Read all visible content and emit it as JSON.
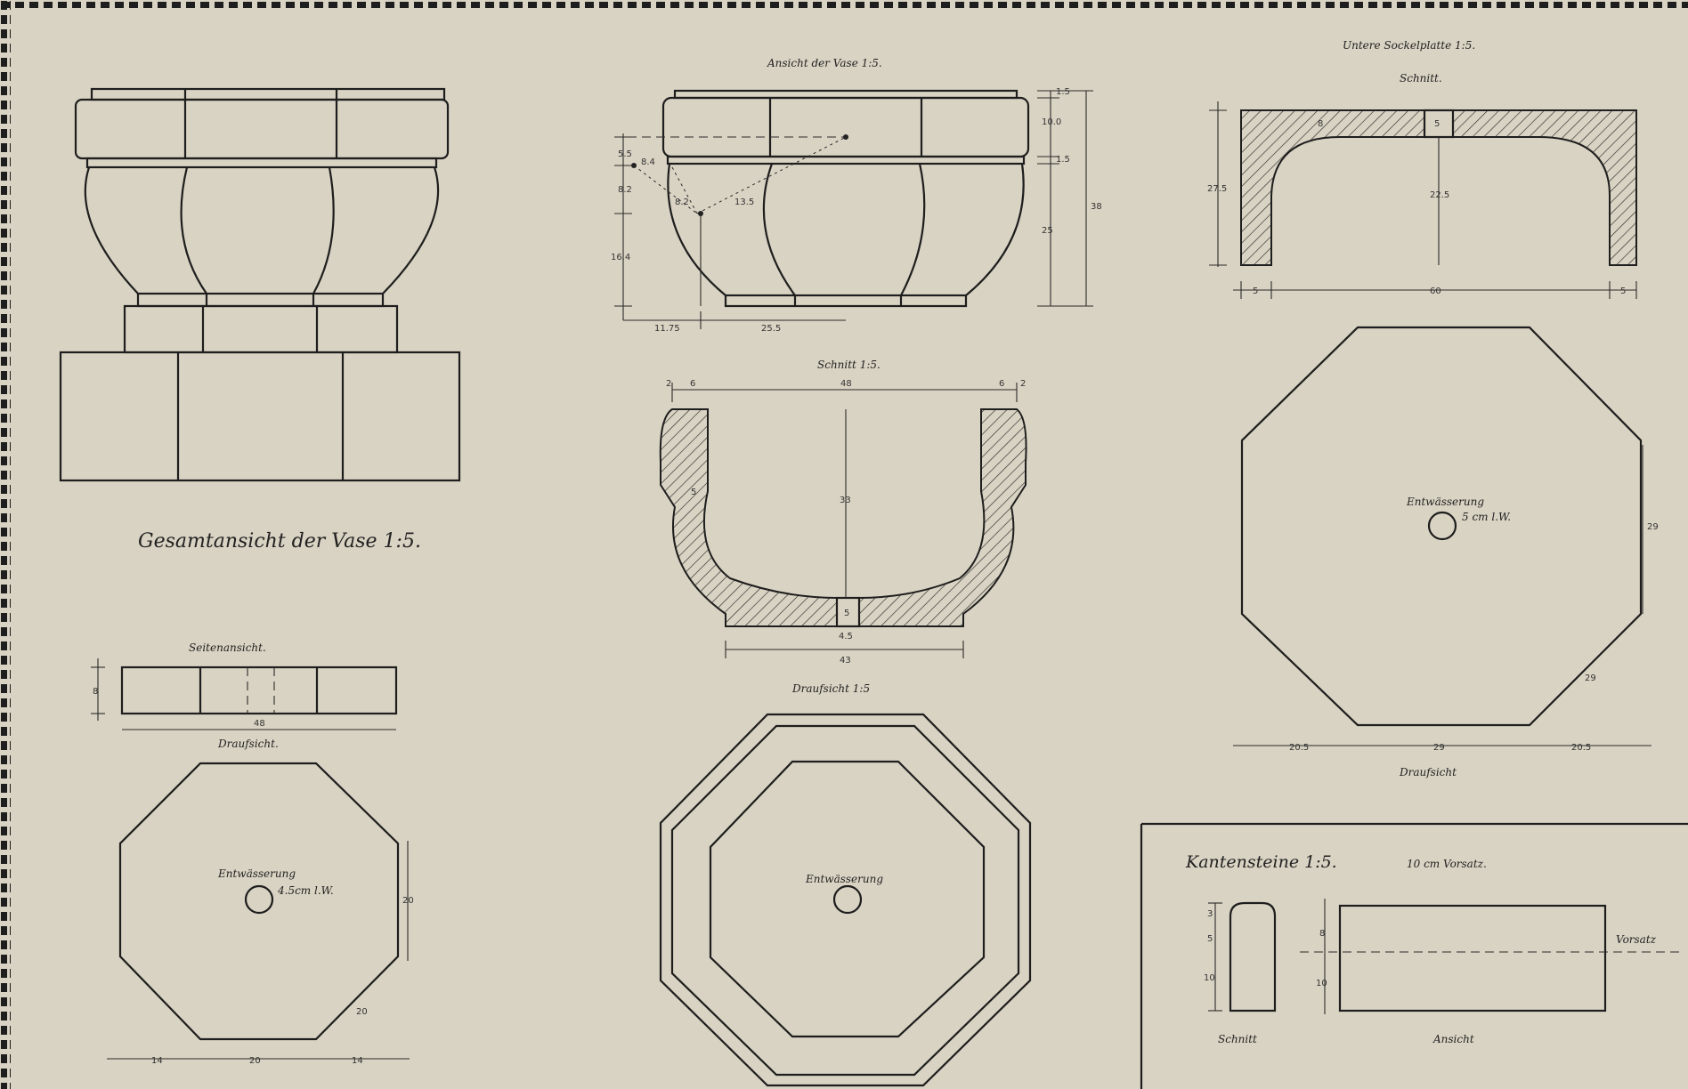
{
  "labels": {
    "overall_view": "Gesamtansicht der Vase 1:5.",
    "vase_view": "Ansicht der Vase 1:5.",
    "vase_section": "Schnitt 1:5.",
    "vase_plan": "Draufsicht 1:5",
    "side_view": "Seitenansicht.",
    "small_plan": "Draufsicht.",
    "small_drain": "Entwässerung",
    "small_drain_size": "4.5cm l.W.",
    "vase_drain": "Entwässerung",
    "plinth_title": "Untere Sockelplatte 1:5.",
    "plinth_section": "Schnitt.",
    "plinth_plan": "Draufsicht",
    "plinth_drain": "Entwässerung",
    "plinth_drain_size": "5 cm l.W.",
    "curb_title": "Kantensteine 1:5.",
    "curb_facing": "10 cm Vorsatz.",
    "curb_section": "Schnitt",
    "curb_elevation": "Ansicht",
    "curb_facing_label": "Vorsatz"
  },
  "dims": {
    "vase_view": {
      "d55": "5.5",
      "d82": "8.2",
      "d164": "16.4",
      "d1175": "11.75",
      "d255": "25.5",
      "d15a": "1.5",
      "d100": "10.0",
      "d15b": "1.5",
      "d25": "25",
      "d38": "38",
      "r84": "8.4",
      "r82": "8.2",
      "r135": "13.5"
    },
    "vase_section": {
      "d2a": "2",
      "d6a": "6",
      "d48": "48",
      "d6b": "6",
      "d2b": "2",
      "d33": "33",
      "d5c": "5",
      "d5": "5",
      "d45": "4.5",
      "d43": "43"
    },
    "side_view": {
      "d8": "8",
      "d48": "48"
    },
    "small_plan": {
      "d20r": "20",
      "d20d": "20",
      "d14a": "14",
      "d20b": "20",
      "d14b": "14"
    },
    "plinth_section": {
      "d5top": "5",
      "d8": "8",
      "d275": "27.5",
      "d225": "22.5",
      "d5l": "5",
      "d60": "60",
      "d5r": "5"
    },
    "plinth_plan": {
      "d29r": "29",
      "d29d": "29",
      "d205a": "20.5",
      "d29b": "29",
      "d205b": "20.5"
    },
    "curb": {
      "d3": "3",
      "d5": "5",
      "d10": "10",
      "d8e": "8",
      "d10e": "10"
    }
  },
  "colors": {
    "paper": "#d9d3c3",
    "ink": "#1e1e1e"
  }
}
